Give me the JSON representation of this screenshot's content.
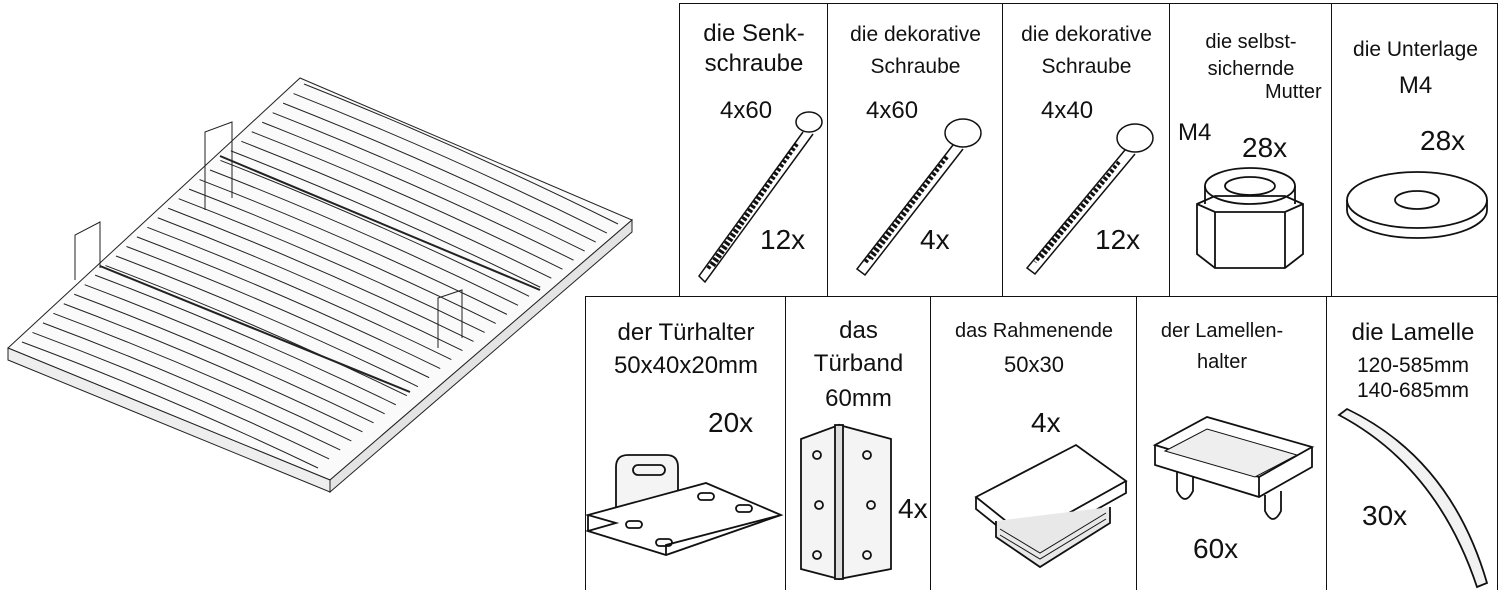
{
  "parts_top": [
    {
      "name_line1": "die Senk-",
      "name_line2": "schraube",
      "size": "4x60",
      "qty": "12x",
      "icon": "countersunk-screw-icon"
    },
    {
      "name_line1": "die dekorative",
      "name_line2": "Schraube",
      "size": "4x60",
      "qty": "4x",
      "icon": "decorative-screw-icon"
    },
    {
      "name_line1": "die dekorative",
      "name_line2": "Schraube",
      "size": "4x40",
      "qty": "12x",
      "icon": "decorative-screw-short-icon"
    },
    {
      "name_line1": "die selbst-",
      "name_line2": "sichernde",
      "name_line3": "Mutter",
      "size": "M4",
      "qty": "28x",
      "icon": "lock-nut-icon"
    },
    {
      "name_line1": "die Unterlage",
      "size": "M4",
      "qty": "28x",
      "icon": "washer-icon"
    }
  ],
  "parts_bottom": [
    {
      "name_line1": "der Türhalter",
      "size": "50x40x20mm",
      "qty": "20x",
      "icon": "door-bracket-icon"
    },
    {
      "name_line1": "das",
      "name_line2": "Türband",
      "size": "60mm",
      "qty": "4x",
      "icon": "hinge-icon"
    },
    {
      "name_line1": "das Rahmenende",
      "size": "50x30",
      "qty": "4x",
      "icon": "end-cap-icon"
    },
    {
      "name_line1": "der Lamellen-",
      "name_line2": "halter",
      "qty": "60x",
      "icon": "slat-holder-icon"
    },
    {
      "name_line1": "die Lamelle",
      "size": "120-585mm",
      "size2": "140-685mm",
      "qty": "30x",
      "icon": "slat-icon"
    }
  ],
  "illustration": "slatted-bed-frame-icon"
}
